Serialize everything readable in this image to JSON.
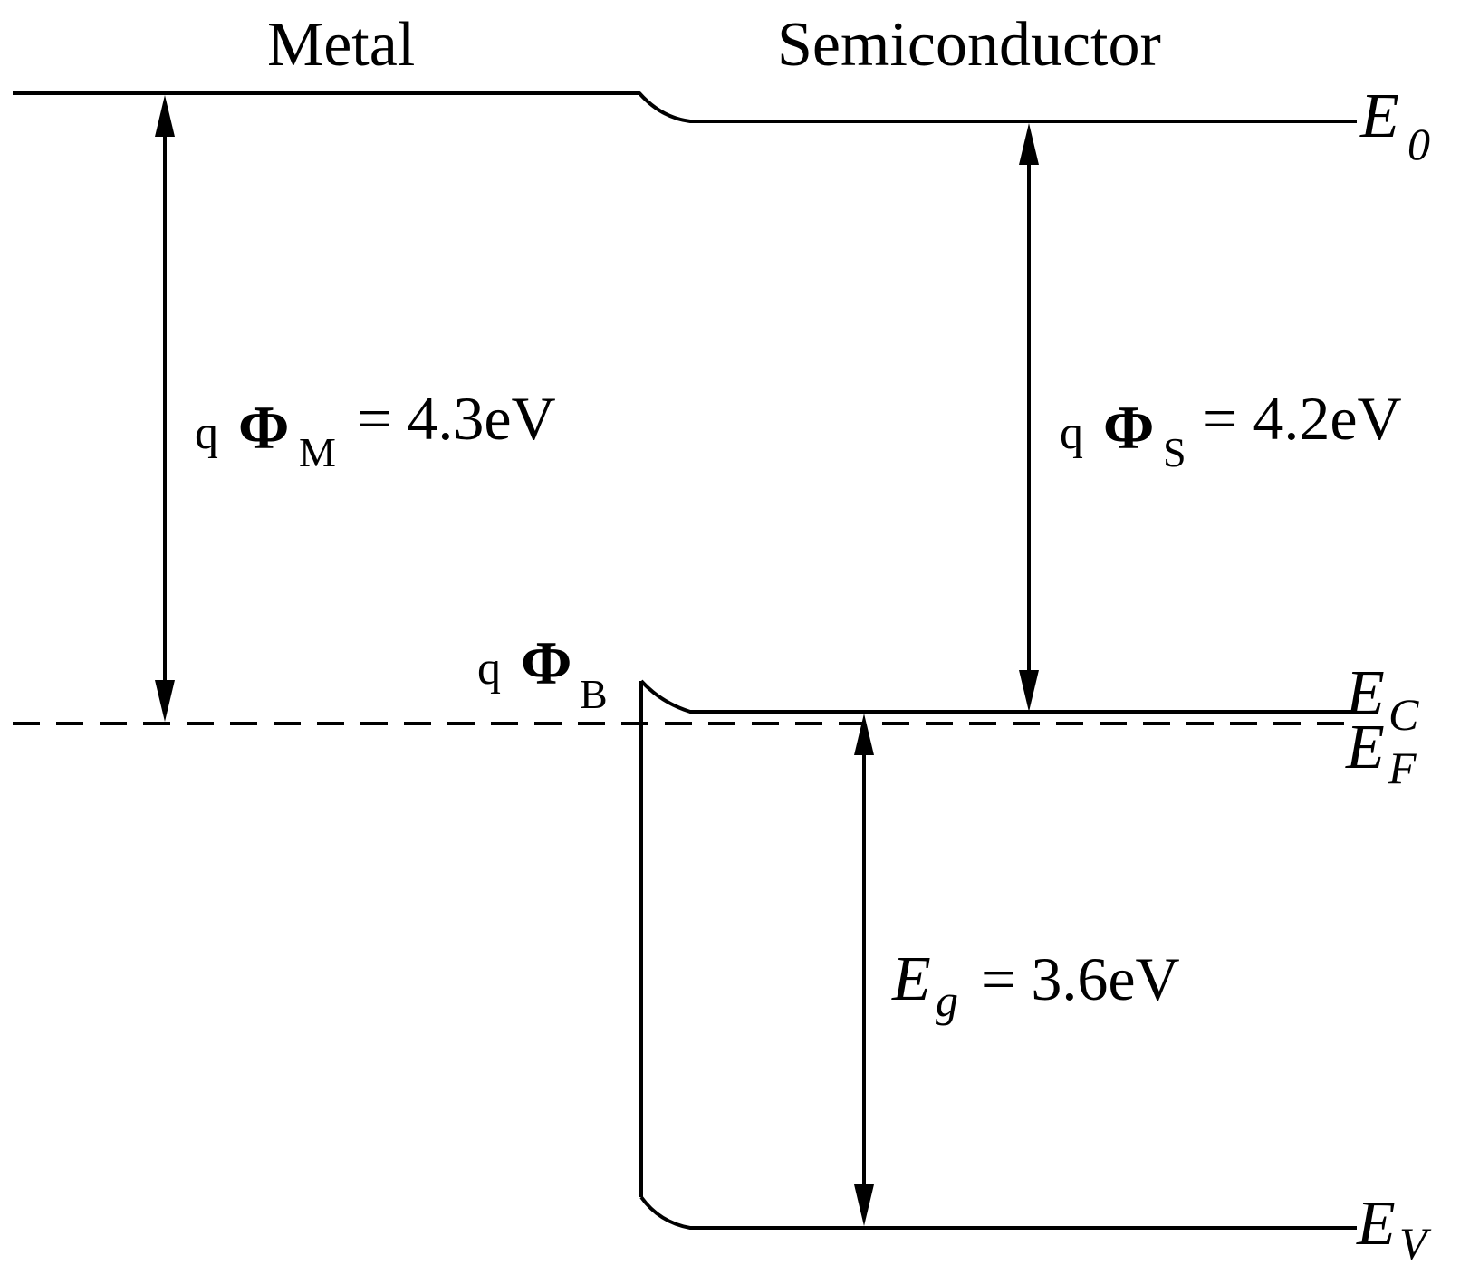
{
  "titles": {
    "metal": "Metal",
    "semiconductor": "Semiconductor"
  },
  "levels": {
    "e0": {
      "main": "E",
      "sub": "0"
    },
    "ec": {
      "main": "E",
      "sub": "C"
    },
    "ef": {
      "main": "E",
      "sub": "F"
    },
    "ev": {
      "main": "E",
      "sub": "V"
    }
  },
  "work_function_metal": {
    "prefix": "q",
    "symbol": "Φ",
    "sub": "M",
    "value": "= 4.3eV"
  },
  "work_function_semiconductor": {
    "prefix": "q",
    "symbol": "Φ",
    "sub": "S",
    "value": "= 4.2eV"
  },
  "barrier": {
    "prefix": "q",
    "symbol": "Φ",
    "sub": "B"
  },
  "band_gap": {
    "main": "E",
    "sub": "g",
    "value": "= 3.6eV"
  }
}
